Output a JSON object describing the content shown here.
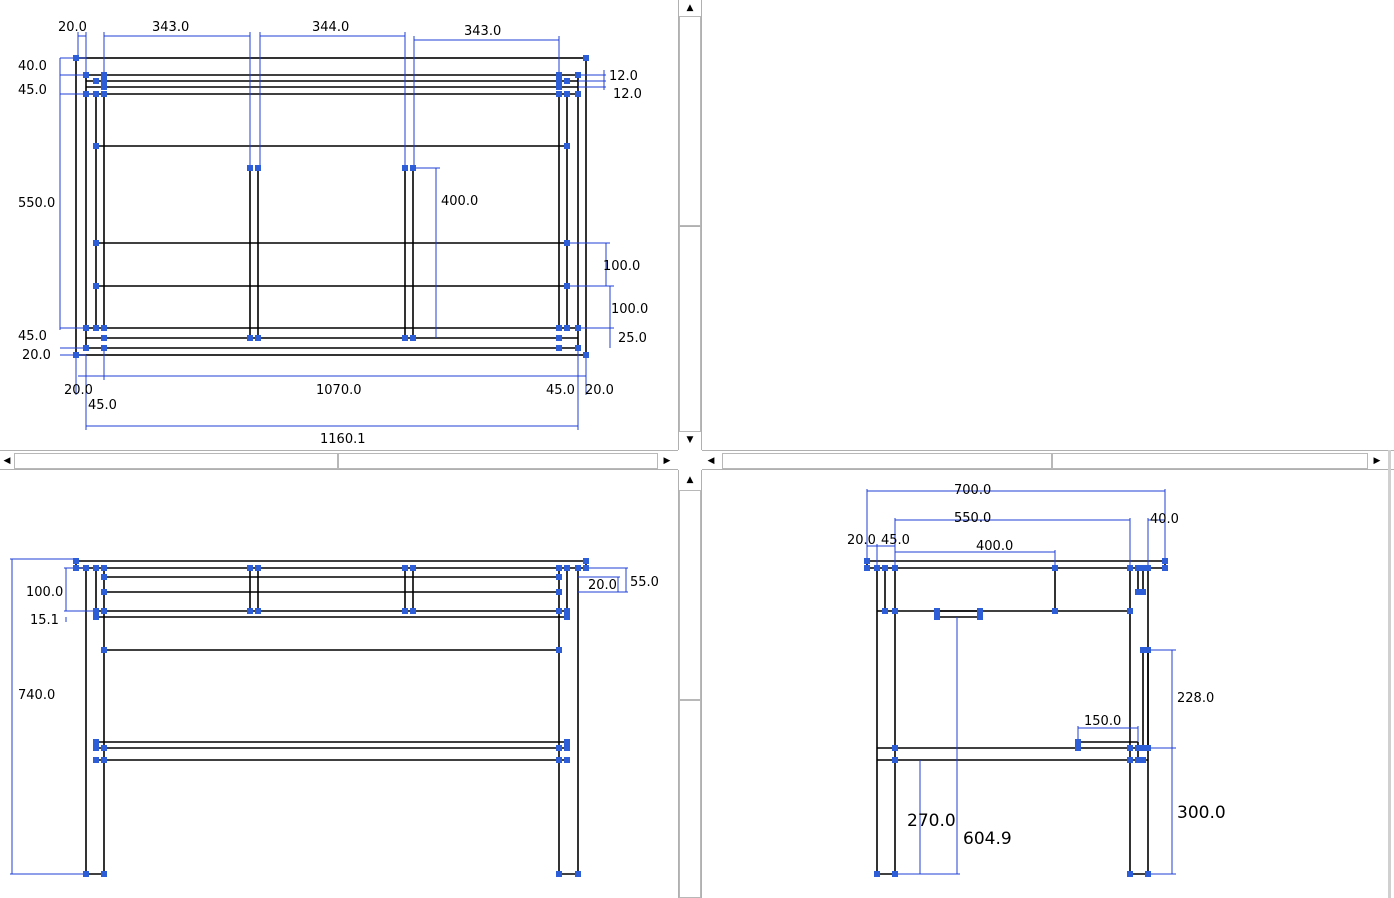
{
  "app": {
    "accent_line_color": "#1f3fd6",
    "handle_color": "#2d5ed8",
    "structure_color": "#000000"
  },
  "views": {
    "top": {
      "dims": {
        "d_20_top": "20.0",
        "d_343_a": "343.0",
        "d_344": "344.0",
        "d_343_b": "343.0",
        "d_40": "40.0",
        "d_45_top": "45.0",
        "d_12_a": "12.0",
        "d_12_b": "12.0",
        "d_550": "550.0",
        "d_400": "400.0",
        "d_100_a": "100.0",
        "d_100_b": "100.0",
        "d_45_bot": "45.0",
        "d_25": "25.0",
        "d_20_left": "20.0",
        "d_20_bl": "20.0",
        "d_45_bl": "45.0",
        "d_1070": "1070.0",
        "d_45_br": "45.0",
        "d_20_br": "20.0",
        "d_1160": "1160.1"
      }
    },
    "front": {
      "dims": {
        "d_100": "100.0",
        "d_15": "15.1",
        "d_740": "740.0",
        "d_55": "55.0",
        "d_20": "20.0"
      }
    },
    "side": {
      "dims": {
        "d_700": "700.0",
        "d_550": "550.0",
        "d_400": "400.0",
        "d_20": "20.0",
        "d_45": "45.0",
        "d_40": "40.0",
        "d_228": "228.0",
        "d_150": "150.0",
        "d_270": "270.0",
        "d_604": "604.9",
        "d_300": "300.0"
      }
    }
  },
  "scroll": {
    "up_icon": "▲",
    "down_icon": "▼",
    "left_icon": "◀",
    "right_icon": "▶"
  }
}
